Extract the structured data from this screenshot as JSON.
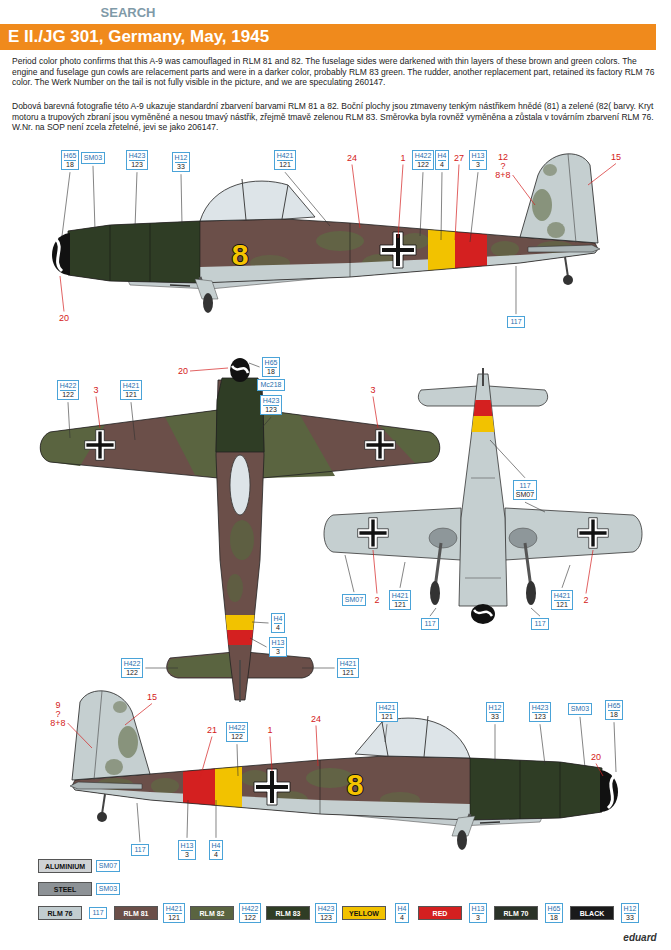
{
  "diagram": {
    "title": "E II./JG 301, Germany, May, 1945",
    "nodes": [
      {
        "text": [
          "H65",
          "18"
        ]
      },
      {
        "text": [
          "SM03"
        ]
      },
      {
        "text": [
          "H423",
          "123"
        ]
      },
      {
        "text": [
          "H12",
          "33"
        ]
      },
      {
        "text": [
          "H421",
          "121"
        ]
      },
      {
        "text": [
          "H422",
          "122"
        ]
      },
      {
        "text": [
          "H4",
          "4"
        ]
      },
      {
        "text": [
          "H13",
          "3"
        ]
      },
      {
        "text": [
          "117"
        ]
      },
      {
        "text": [
          "H422",
          "122"
        ]
      },
      {
        "text": [
          "H421",
          "121"
        ]
      },
      {
        "text": [
          "H65",
          "18"
        ]
      },
      {
        "text": [
          "Mc218"
        ]
      },
      {
        "text": [
          "H423",
          "123"
        ]
      },
      {
        "text": [
          "H4",
          "4"
        ]
      },
      {
        "text": [
          "H13",
          "3"
        ]
      },
      {
        "text": [
          "H422",
          "122"
        ]
      },
      {
        "text": [
          "H421",
          "121"
        ]
      },
      {
        "text": [
          "117",
          "SM07"
        ]
      },
      {
        "text": [
          "SM07"
        ]
      },
      {
        "text": [
          "H421",
          "121"
        ]
      },
      {
        "text": [
          "117"
        ]
      },
      {
        "text": [
          "117"
        ]
      },
      {
        "text": [
          "H421",
          "121"
        ]
      },
      {
        "text": [
          "H422",
          "122"
        ]
      },
      {
        "text": [
          "H421",
          "121"
        ]
      },
      {
        "text": [
          "H12",
          "33"
        ]
      },
      {
        "text": [
          "H423",
          "123"
        ]
      },
      {
        "text": [
          "SM03"
        ]
      },
      {
        "text": [
          "H65",
          "18"
        ]
      },
      {
        "text": [
          "117"
        ]
      },
      {
        "text": [
          "H13",
          "3"
        ]
      },
      {
        "text": [
          "H4",
          "4"
        ]
      },
      {
        "text": [
          "SM07"
        ]
      },
      {
        "text": [
          "SM03"
        ]
      },
      {
        "text": [
          "117"
        ]
      },
      {
        "text": [
          "H421",
          "121"
        ]
      },
      {
        "text": [
          "H422",
          "122"
        ]
      },
      {
        "text": [
          "H423",
          "123"
        ]
      },
      {
        "text": [
          "H4",
          "4"
        ]
      },
      {
        "text": [
          "H13",
          "3"
        ]
      },
      {
        "text": [
          "H65",
          "18"
        ]
      },
      {
        "text": [
          "H12",
          "33"
        ]
      }
    ],
    "labels": [
      "SEARCH",
      "Period color photo confirms that this A-9 was camouflaged in RLM 81 and 82. The fuselage sides were darkened with thin layers of these brown and green colors. The engine and fuselage gun cowls are relacement parts and were in a darker color, probably RLM 83 green. The rudder, another replacement part, retained its factory RLM 76 color. The Werk Number on the tail is not fully visible in the picture, and we are speculating 260147.",
      "Dobová barevná fotografie této A-9 ukazuje standardní zbarvení barvami RLM 81 a 82. Boční plochy jsou ztmaveny tenkým nástřikem hnědé (81) a zelené (82( barvy. Kryt motoru a trupových zbraní jsou vyměněné a nesou tmavý nástřik, zřejmě tmavě zelenou RLM 83. Směrovka byla rovněž vyměněna a zůstala v továrním zbarvení RLM 76. W.Nr. na SOP není zcela zřetelné, jevi se jako 206147.",
      "24",
      "1",
      "27",
      "12",
      "?",
      "8+8",
      "15",
      "20",
      "8",
      "3",
      "20",
      "3",
      "2",
      "2",
      "9",
      "?",
      "8+8",
      "15",
      "21",
      "1",
      "24",
      "20",
      "8",
      "eduard"
    ],
    "legend": [
      {
        "text": "ALUMINIUM",
        "color": "#cfd2d4"
      },
      {
        "text": "STEEL",
        "color": "#8d9296"
      },
      {
        "text": "RLM 76",
        "color": "#c2cdd0"
      },
      {
        "text": "RLM 81",
        "color": "#6b4f49"
      },
      {
        "text": "RLM 82",
        "color": "#5a6440"
      },
      {
        "text": "RLM 83",
        "color": "#2f3d25"
      },
      {
        "text": "YELLOW",
        "color": "#f2c200"
      },
      {
        "text": "RED",
        "color": "#d42020"
      },
      {
        "text": "RLM 70",
        "color": "#2b3328"
      },
      {
        "text": "BLACK",
        "color": "#1a1a1a"
      }
    ]
  }
}
